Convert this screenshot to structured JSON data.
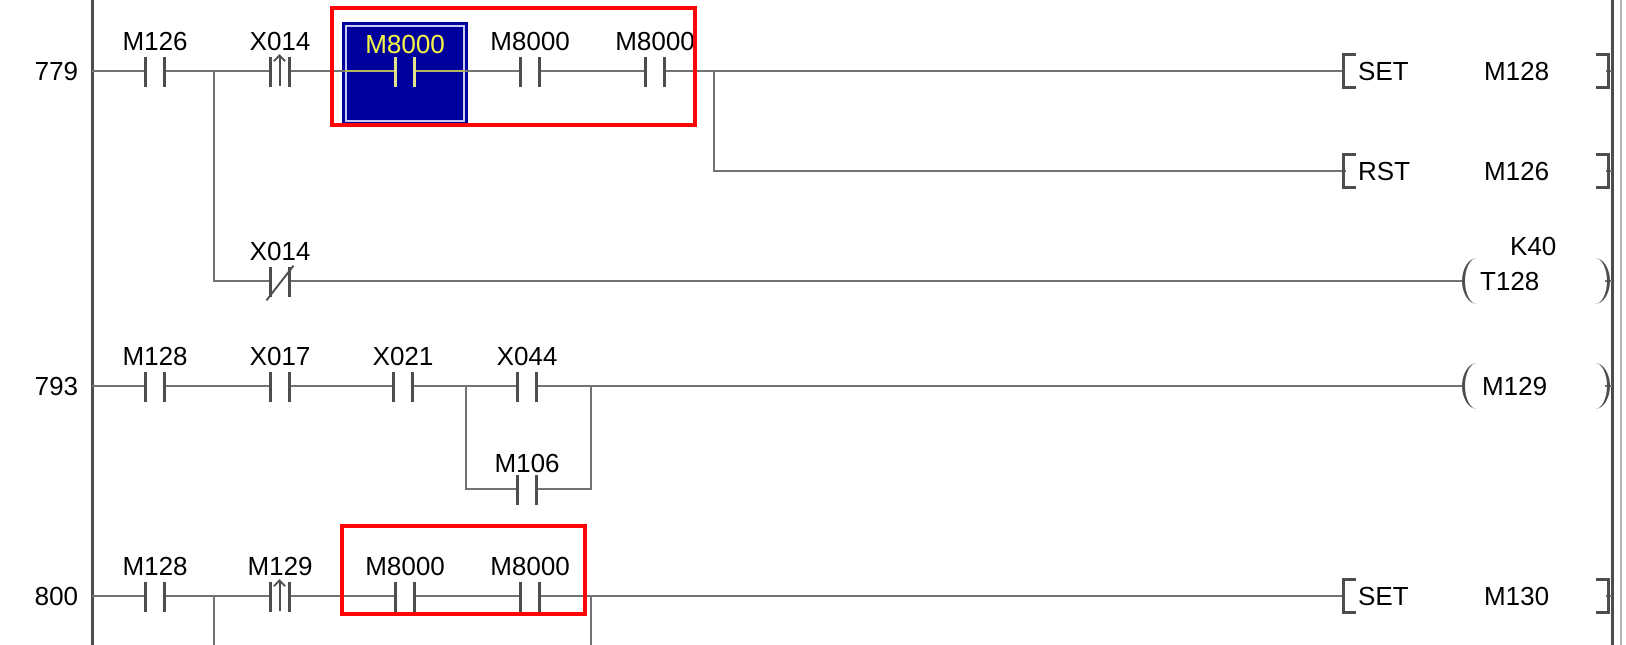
{
  "editor": {
    "type": "plc-ladder-diagram"
  },
  "colors": {
    "wire": "#737373",
    "symbol": "#4d4d4d",
    "selection_fill": "#00009c",
    "selection_text": "#f5f546",
    "selection_wire": "#b5b55e",
    "highlight_box": "#fe0505",
    "label_text": "#000000",
    "background": "#ffffff"
  },
  "rungs": [
    {
      "number": "779",
      "contacts": [
        {
          "label": "M126",
          "type": "normally-open"
        },
        {
          "label": "X014",
          "type": "rising-edge"
        },
        {
          "label": "M8000",
          "type": "normally-open",
          "selected": true
        },
        {
          "label": "M8000",
          "type": "normally-open"
        },
        {
          "label": "M8000",
          "type": "normally-open"
        }
      ],
      "outputs": [
        {
          "op": "SET",
          "device": "M128"
        },
        {
          "op": "RST",
          "device": "M126"
        }
      ],
      "branch": {
        "contact": {
          "label": "X014",
          "type": "normally-closed"
        },
        "coil": {
          "device": "T128",
          "operand": "K40"
        }
      }
    },
    {
      "number": "793",
      "contacts": [
        {
          "label": "M128",
          "type": "normally-open"
        },
        {
          "label": "X017",
          "type": "normally-open"
        },
        {
          "label": "X021",
          "type": "normally-open"
        },
        {
          "label": "X044",
          "type": "normally-open"
        }
      ],
      "parallel_contact": {
        "label": "M106",
        "type": "normally-open"
      },
      "coil": {
        "device": "M129"
      }
    },
    {
      "number": "800",
      "contacts": [
        {
          "label": "M128",
          "type": "normally-open"
        },
        {
          "label": "M129",
          "type": "rising-edge"
        },
        {
          "label": "M8000",
          "type": "normally-open"
        },
        {
          "label": "M8000",
          "type": "normally-open"
        }
      ],
      "outputs": [
        {
          "op": "SET",
          "device": "M130"
        }
      ]
    }
  ]
}
